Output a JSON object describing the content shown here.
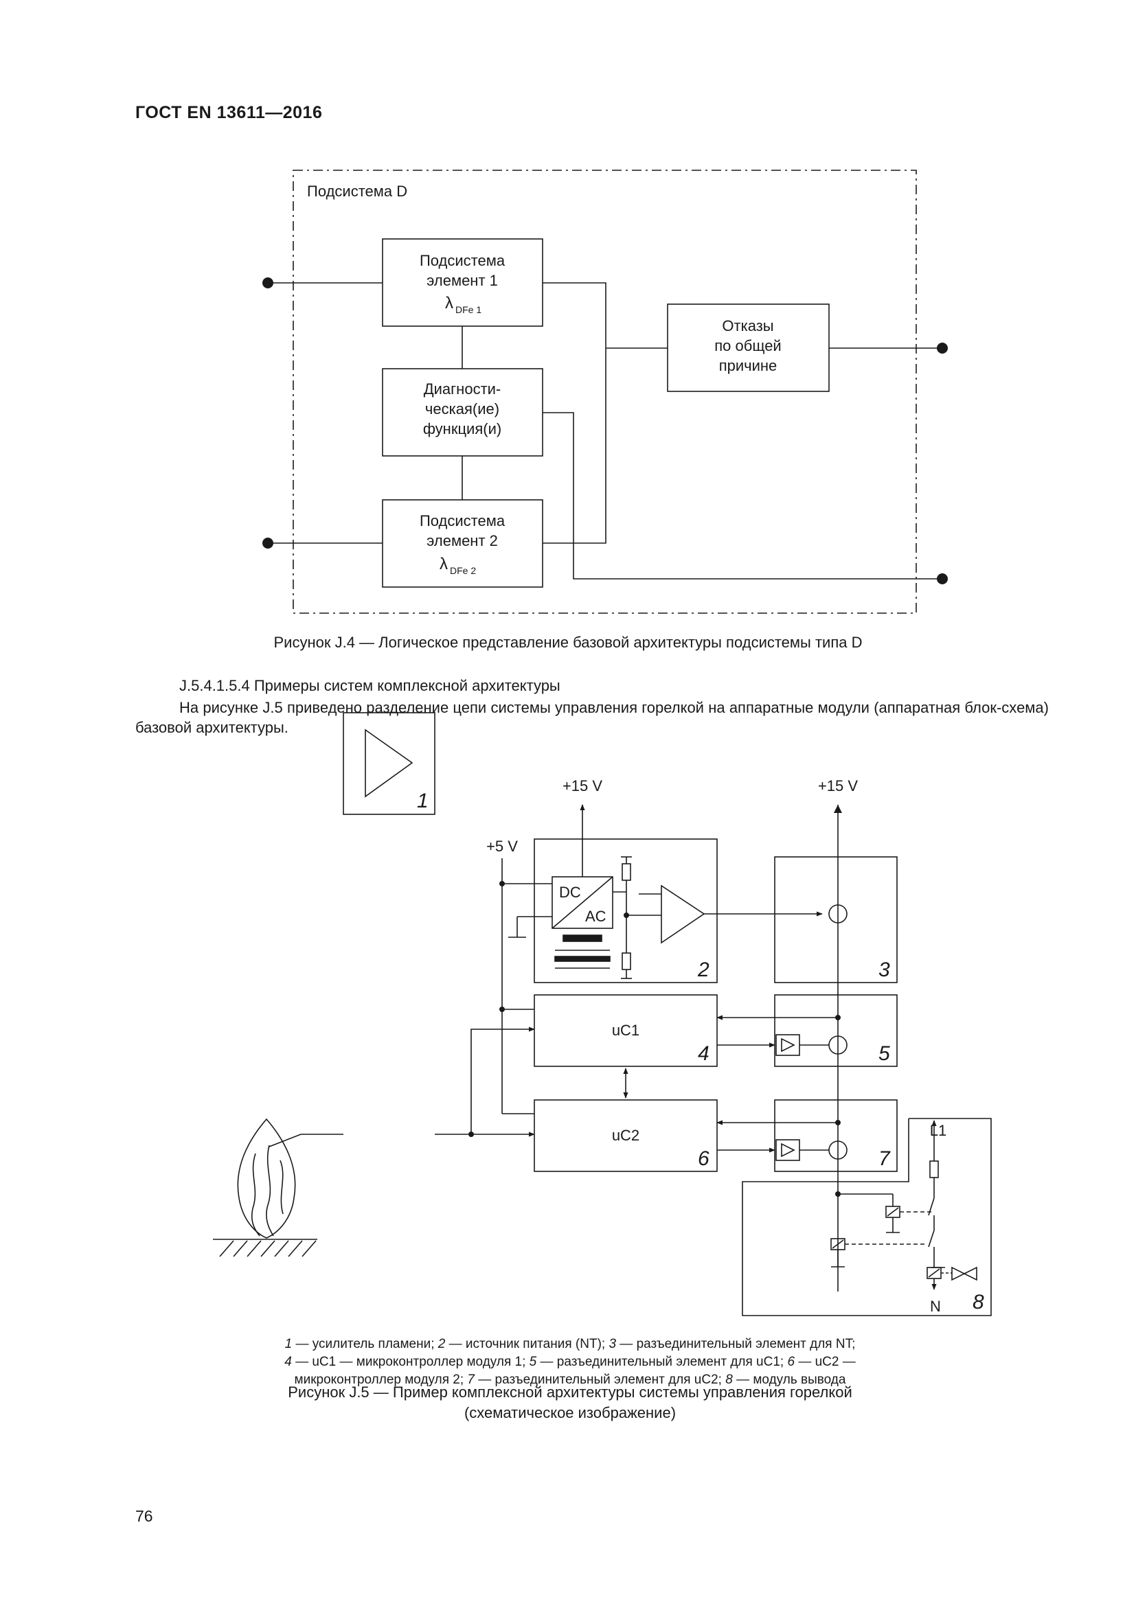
{
  "header": {
    "title": "ГОСТ EN 13611—2016"
  },
  "figure4": {
    "subsystem_label": "Подсистема D",
    "element1": {
      "line1": "Подсистема",
      "line2": "элемент 1",
      "lambda": "λ",
      "sub": "DFe 1"
    },
    "diagnostic": {
      "line1": "Диагности-",
      "line2": "ческая(ие)",
      "line3": "функция(и)"
    },
    "element2": {
      "line1": "Подсистема",
      "line2": "элемент 2",
      "lambda": "λ",
      "sub": "DFe 2"
    },
    "common_cause": {
      "line1": "Отказы",
      "line2": "по общей",
      "line3": "причине"
    },
    "caption": "Рисунок J.4 — Логическое представление базовой архитектуры подсистемы типа D"
  },
  "section": {
    "heading": "J.5.4.1.5.4 Примеры систем комплексной архитектуры",
    "paragraph": "На рисунке J.5 приведено разделение цепи системы управления горелкой на аппаратные модули (аппаратная блок-схема) базовой архитектуры."
  },
  "figure5": {
    "v15_left": "+15 V",
    "v15_right": "+15 V",
    "v5": "+5 V",
    "dc": "DC",
    "ac": "AC",
    "uc1": "uC1",
    "uc2": "uC2",
    "l1": "L1",
    "n": "N",
    "nums": [
      "1",
      "2",
      "3",
      "4",
      "5",
      "6",
      "7",
      "8"
    ],
    "legend": [
      {
        "n": "1",
        "t": " — усилитель пламени; "
      },
      {
        "n": "2",
        "t": " — источник питания (NT); "
      },
      {
        "n": "3",
        "t": " — разъединительный элемент для NT;"
      },
      {
        "n": "4",
        "t": " — uC1 — микроконтроллер модуля 1; "
      },
      {
        "n": "5",
        "t": " — разъединительный элемент для uC1; "
      },
      {
        "n": "6",
        "t": " — uC2 —"
      },
      {
        "n": "",
        "t": "микроконтроллер модуля 2; "
      },
      {
        "n": "7",
        "t": " — разъединительный элемент для uC2; "
      },
      {
        "n": "8",
        "t": " — модуль вывода"
      }
    ],
    "caption_line1": "Рисунок J.5 — Пример комплексной архитектуры системы управления горелкой",
    "caption_line2": "(схематическое изображение)"
  },
  "page_number": "76"
}
